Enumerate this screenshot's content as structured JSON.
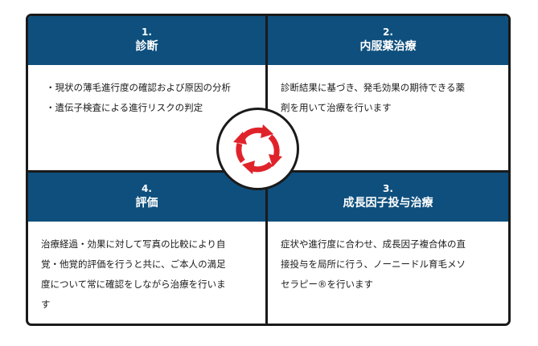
{
  "colors": {
    "header": "#0e4f7d",
    "border": "#1a1a1a",
    "arrow": "#e0232b"
  },
  "cells": {
    "diagnosis": {
      "number": "1.",
      "title": "診断",
      "bullets": [
        "・現状の薄毛進行度の確認および原因の分析",
        "・遺伝子検査による進行リスクの判定"
      ]
    },
    "oral": {
      "number": "2.",
      "title": "内服薬治療",
      "lines": [
        "診断結果に基づき、発毛効果の期待できる薬",
        "剤を用いて治療を行います"
      ]
    },
    "growth": {
      "number": "3.",
      "title": "成長因子投与治療",
      "lines": [
        "症状や進行度に合わせ、成長因子複合体の直",
        "接投与を局所に行う、ノーニードル育毛メソ",
        "セラピー®を行います"
      ]
    },
    "evaluation": {
      "number": "4.",
      "title": "評価",
      "lines": [
        "治療経過・効果に対して写真の比較により自",
        "覚・他覚的評価を行うと共に、ご本人の満足",
        "度について常に確認をしながら治療を行いま",
        "す"
      ]
    }
  },
  "center": {
    "icon": "refresh-cycle-icon"
  }
}
